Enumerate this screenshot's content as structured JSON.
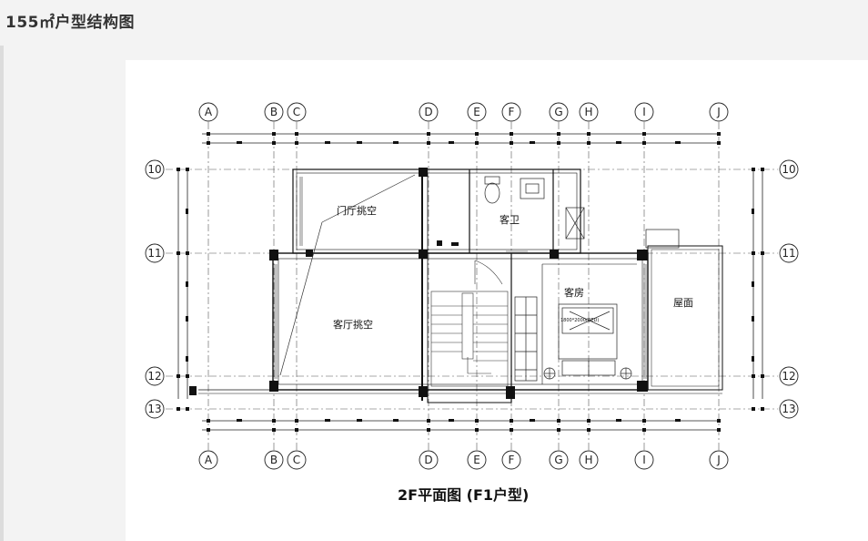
{
  "page_title": "155㎡户型结构图",
  "plan_title": "2F平面图 (F1户型)",
  "axes_columns": [
    "A",
    "B",
    "C",
    "D",
    "E",
    "F",
    "G",
    "H",
    "I",
    "J"
  ],
  "axes_rows": [
    "10",
    "11",
    "12",
    "13"
  ],
  "rooms": {
    "foyer_void": "门厅挑空",
    "guest_bath": "客卫",
    "living_void": "客厅挑空",
    "guest_room": "客房",
    "roof": "屋面",
    "bed_label": "1800*2000(BED)"
  },
  "colors": {
    "ink": "#222222",
    "wall": "#111111",
    "paper": "#ffffff",
    "background": "#f3f3f3"
  }
}
